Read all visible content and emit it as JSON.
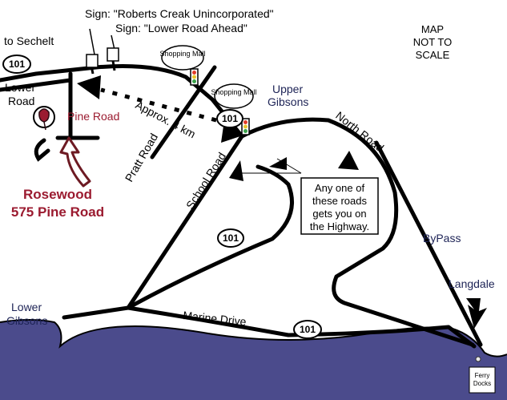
{
  "map": {
    "note": [
      "MAP",
      "NOT TO",
      "SCALE"
    ],
    "place_labels": {
      "to_sechelt": "to Sechelt",
      "lower_road": [
        "Lower",
        "Road"
      ],
      "pine_road": "Pine Road",
      "pratt_road": "Pratt Road",
      "upper_gibsons": [
        "Upper",
        "Gibsons"
      ],
      "north_road": "North Road",
      "school_road": "School Road",
      "bypass": "ByPass",
      "langdale": "Langdale",
      "lower_gibsons": [
        "Lower",
        "Gibsons"
      ],
      "marine_drive": "Marine Drive",
      "approx": "Approx. 4 km"
    },
    "signs": [
      "Sign: \"Roberts Creak Unincorporated\"",
      "Sign: \"Lower Road Ahead\""
    ],
    "shopping_malls": [
      "Shopping Mall",
      "Shopping Mall"
    ],
    "highway_shields": [
      "101",
      "101",
      "101",
      "101"
    ],
    "destination": {
      "name": "Rosewood",
      "address": "575 Pine Road"
    },
    "callout": [
      "Any one of",
      "these roads",
      "gets you on",
      "the Highway."
    ],
    "ferry": [
      "Ferry",
      "Docks"
    ],
    "colors": {
      "road": "#000000",
      "water": "#4b4b8c",
      "destination": "#9b1b30",
      "label": "#1d2356"
    }
  }
}
